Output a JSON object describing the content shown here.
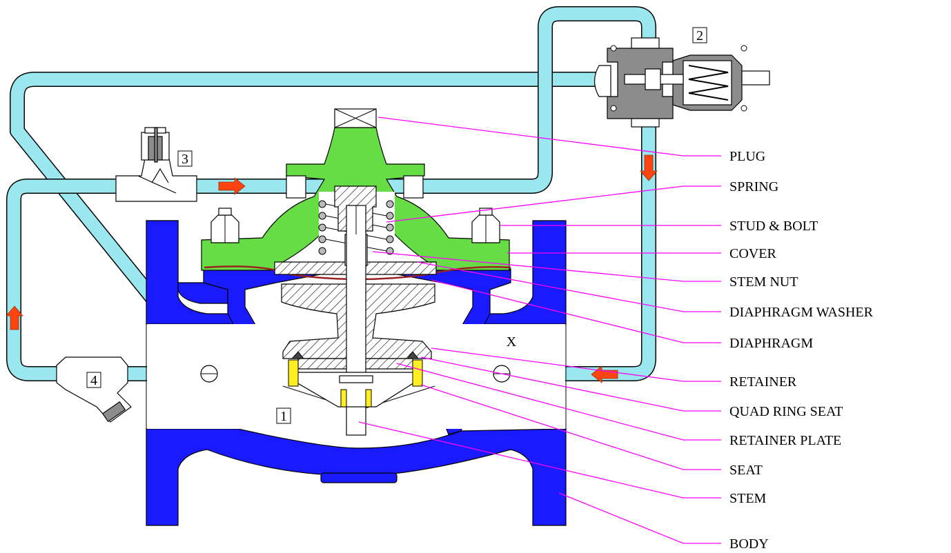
{
  "components": [
    {
      "id": "1",
      "label": "1"
    },
    {
      "id": "2",
      "label": "2"
    },
    {
      "id": "3",
      "label": "3"
    },
    {
      "id": "4",
      "label": "4"
    }
  ],
  "port_marker": "X",
  "callouts": [
    {
      "key": "plug",
      "text": "PLUG"
    },
    {
      "key": "spring",
      "text": "SPRING"
    },
    {
      "key": "stud-bolt",
      "text": "STUD & BOLT"
    },
    {
      "key": "cover",
      "text": "COVER"
    },
    {
      "key": "stem-nut",
      "text": "STEM  NUT"
    },
    {
      "key": "diaphragm-washer",
      "text": "DIAPHRAGM  WASHER"
    },
    {
      "key": "diaphragm",
      "text": "DIAPHRAGM"
    },
    {
      "key": "retainer",
      "text": "RETAINER"
    },
    {
      "key": "quad-ring-seat",
      "text": "QUAD RING SEAT"
    },
    {
      "key": "retainer-plate",
      "text": "RETAINER PLATE"
    },
    {
      "key": "seat",
      "text": "SEAT"
    },
    {
      "key": "stem",
      "text": "STEM"
    },
    {
      "key": "body",
      "text": "BODY"
    }
  ],
  "colors": {
    "body": "#1a1aff",
    "cover": "#66dd44",
    "pipe": "#9be7ef",
    "leader": "#ff00ff",
    "arrow": "#ff4411",
    "seat": "#ffee22"
  }
}
